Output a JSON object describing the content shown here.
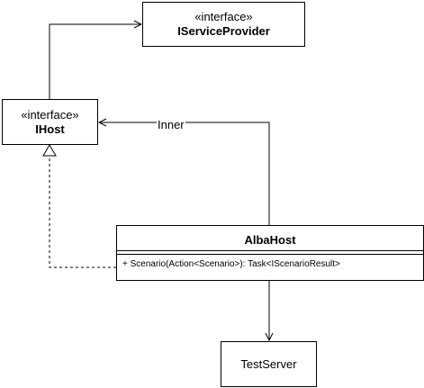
{
  "diagram": {
    "iservice_provider": {
      "stereotype": "«interface»",
      "name": "IServiceProvider"
    },
    "ihost": {
      "stereotype": "«interface»",
      "name": "IHost"
    },
    "alba_host": {
      "name": "AlbaHost",
      "method": "+ Scenario(Action<Scenario>): Task<IScenarioResult>"
    },
    "test_server": {
      "name": "TestServer"
    },
    "association_label": "Inner",
    "relationships": [
      {
        "from": "IHost",
        "to": "IServiceProvider",
        "kind": "association"
      },
      {
        "from": "AlbaHost",
        "to": "IHost",
        "kind": "association",
        "label": "Inner"
      },
      {
        "from": "AlbaHost",
        "to": "IHost",
        "kind": "realization"
      },
      {
        "from": "AlbaHost",
        "to": "TestServer",
        "kind": "association"
      }
    ]
  }
}
